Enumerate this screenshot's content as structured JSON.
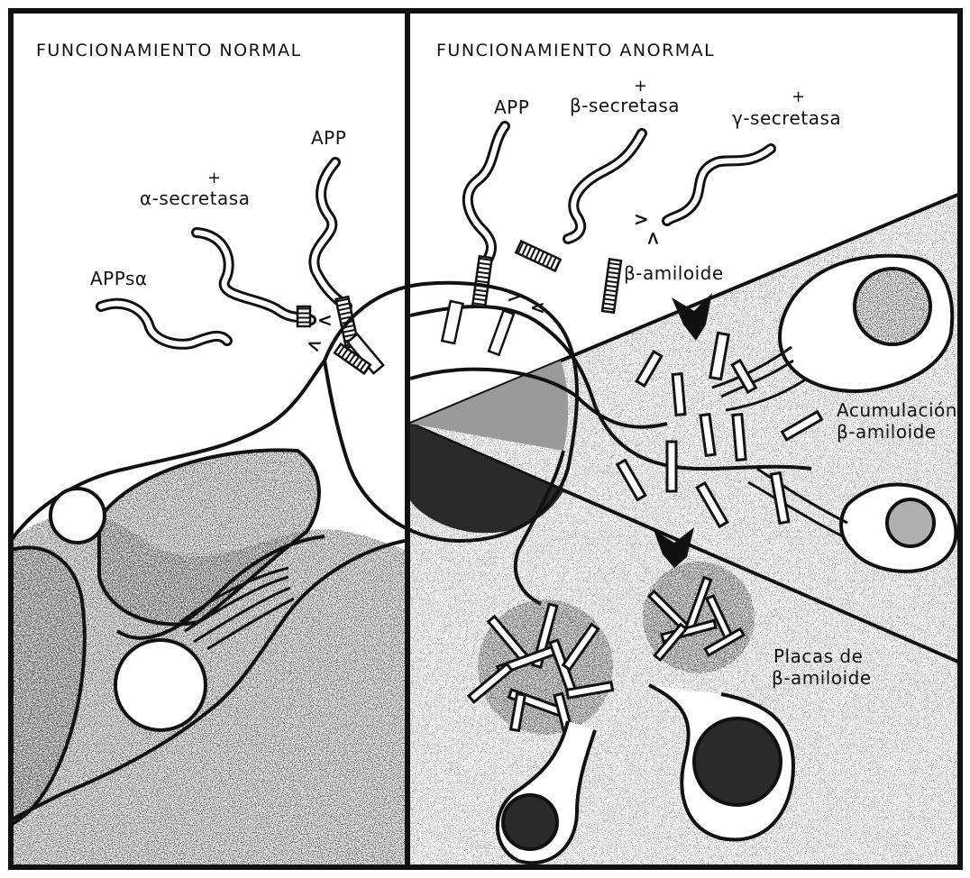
{
  "panels": {
    "left": {
      "title": "FUNCIONAMIENTO NORMAL",
      "labels": {
        "app": "APP",
        "plus": "+",
        "alpha_secretase": "α-secretasa",
        "app_s_alpha": "APPsα"
      }
    },
    "right": {
      "title": "FUNCIONAMIENTO ANORMAL",
      "labels": {
        "app": "APP",
        "plus": "+",
        "beta_secretase": "β-secretasa",
        "gamma_secretase": "γ-secretasa",
        "beta_amyloid": "β-amiloide",
        "accumulation_line1": "Acumulación",
        "accumulation_line2": "β-amiloide",
        "plaques_line1": "Placas de",
        "plaques_line2": "β-amiloide"
      }
    }
  },
  "cut_marks": [
    "<",
    "<",
    ">",
    "<",
    ">",
    "<"
  ],
  "colors": {
    "ink": "#111111",
    "paper": "#ffffff",
    "dark_fill": "#2a2a2a",
    "mid_fill": "#9a9a9a",
    "light_fill": "#d9d9d9"
  }
}
